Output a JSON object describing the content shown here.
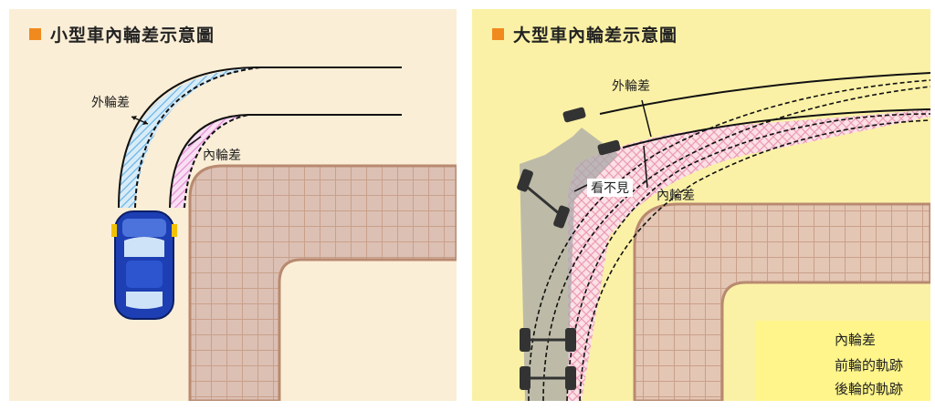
{
  "left_panel": {
    "title": "小型車內輪差示意圖",
    "outer_label": "外輪差",
    "inner_label": "內輪差"
  },
  "right_panel": {
    "title": "大型車內輪差示意圖",
    "outer_label": "外輪差",
    "inner_label": "內輪差",
    "blind_label": "看不見",
    "legend": [
      {
        "label": "內輪差",
        "swatch": "crosshatch-pink"
      },
      {
        "label": "前輪的軌跡",
        "swatch": "solid-line"
      },
      {
        "label": "後輪的軌跡",
        "swatch": "dashed-line"
      }
    ]
  },
  "colors": {
    "title_square": "#f08a1e",
    "left_background": "#fbeed6",
    "right_background": "#fbf1a6",
    "curb_tiles": "#d9b8a8",
    "car_body": "#1d3fb3",
    "outer_difference_band": "#9fd0f0",
    "inner_difference_band": "#f0a8e0"
  }
}
